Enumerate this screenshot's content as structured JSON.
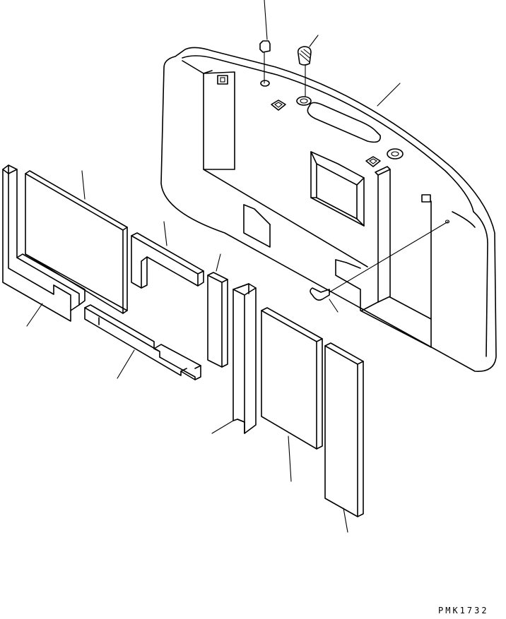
{
  "drawing": {
    "code": "PMK1732"
  },
  "parts": [
    {
      "name": "counterweight-housing"
    },
    {
      "name": "bolt"
    },
    {
      "name": "grommet-plug"
    },
    {
      "name": "foam-pad-left-frame"
    },
    {
      "name": "foam-pad-large-sheet"
    },
    {
      "name": "foam-pad-l-bracket"
    },
    {
      "name": "foam-pad-lower-strip"
    },
    {
      "name": "foam-pad-small-block"
    },
    {
      "name": "foam-pad-tall-channel"
    },
    {
      "name": "foam-pad-panel-a"
    },
    {
      "name": "foam-pad-panel-b"
    },
    {
      "name": "clip-fastener"
    }
  ],
  "colors": {
    "line": "#000000",
    "background": "#ffffff"
  }
}
